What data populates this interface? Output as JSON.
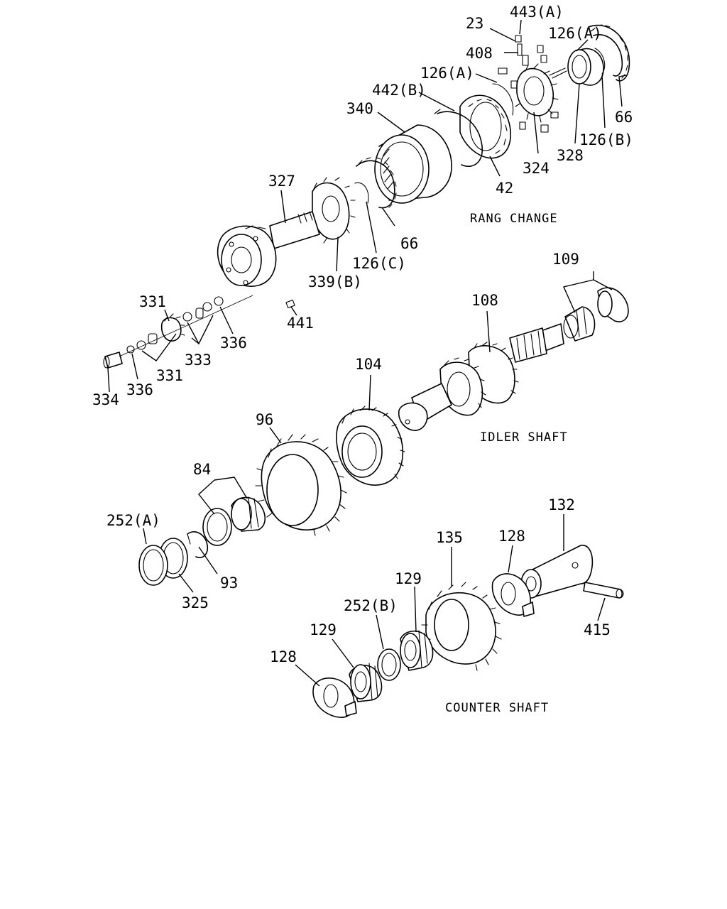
{
  "sections": {
    "range_change": "RANG CHANGE",
    "idler_shaft": "IDLER SHAFT",
    "counter_shaft": "COUNTER SHAFT"
  },
  "callouts": {
    "c443A": "443(A)",
    "c23": "23",
    "c126A_top": "126(A)",
    "c408": "408",
    "c126A_mid": "126(A)",
    "c442B": "442(B)",
    "c340": "340",
    "c66_top": "66",
    "c126B": "126(B)",
    "c328": "328",
    "c324": "324",
    "c42": "42",
    "c327": "327",
    "c66_mid": "66",
    "c126C": "126(C)",
    "c339B": "339(B)",
    "c441": "441",
    "c331_top": "331",
    "c333": "333",
    "c336_right": "336",
    "c331_bottom": "331",
    "c336_left": "336",
    "c334": "334",
    "c109": "109",
    "c108": "108",
    "c104": "104",
    "c96": "96",
    "c84": "84",
    "c252A": "252(A)",
    "c93": "93",
    "c325": "325",
    "c132": "132",
    "c135": "135",
    "c128_right": "128",
    "c129_right": "129",
    "c252B": "252(B)",
    "c129_left": "129",
    "c128_left": "128",
    "c415": "415"
  }
}
